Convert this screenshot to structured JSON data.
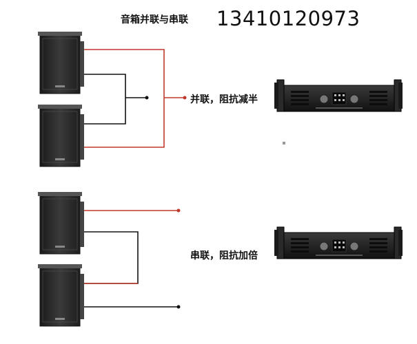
{
  "header": {
    "title": "音箱并联与串联",
    "phone": "13410120973"
  },
  "parallel": {
    "label": "并联，阻抗减半"
  },
  "series": {
    "label": "串联，阻抗加倍"
  },
  "colors": {
    "red_wire": "#c0392b",
    "black_wire": "#111111",
    "speaker_body": "#2b2b2b",
    "amplifier_body": "#1c1c1c"
  }
}
